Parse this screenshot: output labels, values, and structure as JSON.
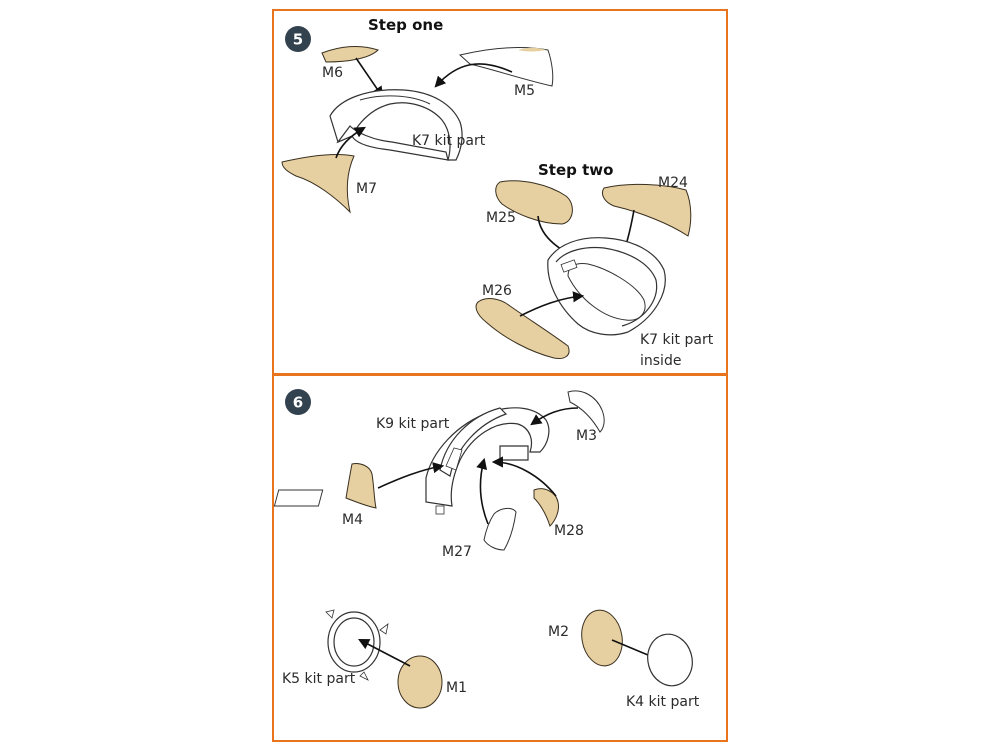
{
  "colors": {
    "frame": "#e8741e",
    "badge": "#33424f",
    "tan_part": "#e6cfa0"
  },
  "step5": {
    "number": "5",
    "step_one": "Step one",
    "step_two": "Step two",
    "labels": {
      "m6": "M6",
      "m5": "M5",
      "k7": "K7 kit part",
      "m7": "M7",
      "m25": "M25",
      "m24": "M24",
      "m26": "M26",
      "k7_inside_1": "K7 kit part",
      "k7_inside_2": "inside"
    }
  },
  "step6": {
    "number": "6",
    "labels": {
      "k9": "K9 kit part",
      "m3": "M3",
      "m4": "M4",
      "m27": "M27",
      "m28": "M28",
      "k5": "K5 kit part",
      "m1": "M1",
      "m2": "M2",
      "k4": "K4 kit part"
    }
  }
}
